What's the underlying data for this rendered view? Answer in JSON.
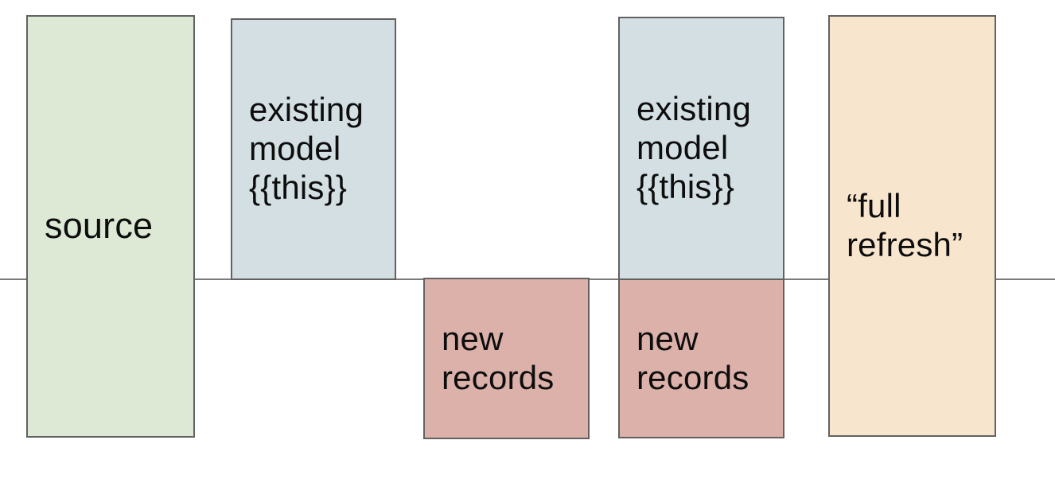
{
  "diagram": {
    "divider_color": "#7b7b7b",
    "border_color": "#616161",
    "boxes": {
      "source": {
        "label": "source",
        "fill": "#dde9d4"
      },
      "existing_model_left": {
        "label": "existing\nmodel\n{{this}}",
        "fill": "#d3dfe3"
      },
      "new_records_left": {
        "label": "new\nrecords",
        "fill": "#dcb1a9"
      },
      "existing_model_right": {
        "label": "existing\nmodel\n{{this}}",
        "fill": "#d3dfe3"
      },
      "new_records_right": {
        "label": "new\nrecords",
        "fill": "#dcb1a9"
      },
      "full_refresh": {
        "label": "“full\nrefresh”",
        "fill": "#f8e5ce"
      }
    }
  }
}
